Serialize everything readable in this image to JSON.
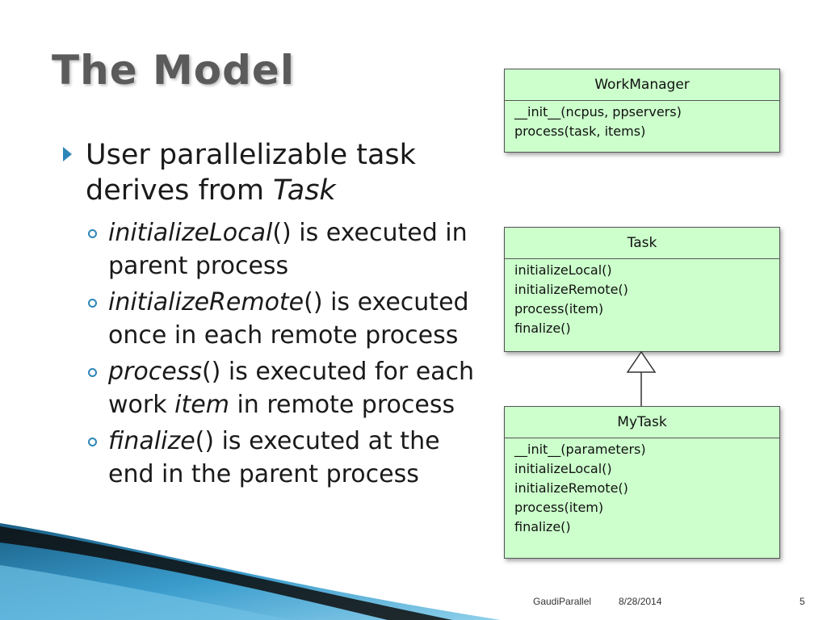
{
  "title": "The Model",
  "bullet": {
    "text_before": "User parallelizable task derives from ",
    "text_italic": "Task"
  },
  "sub_bullets": [
    {
      "italic": "initializeLocal",
      "rest": "() is executed in parent process"
    },
    {
      "italic": "initializeRemote",
      "rest": "() is executed once in each remote process"
    },
    {
      "italic": "process",
      "rest": "() is executed for each work ",
      "italic2": "item",
      "rest2": " in remote process"
    },
    {
      "italic": "finalize",
      "rest": "() is executed at the end in the parent process"
    }
  ],
  "diagram": {
    "classes": [
      {
        "name": "WorkManager",
        "operations": [
          "__init__(ncpus, ppservers)",
          "process(task, items)"
        ]
      },
      {
        "name": "Task",
        "operations": [
          "initializeLocal()",
          "initializeRemote()",
          "process(item)",
          "finalize()"
        ]
      },
      {
        "name": "MyTask",
        "operations": [
          "__init__(parameters)",
          "initializeLocal()",
          "initializeRemote()",
          "process(item)",
          "finalize()"
        ]
      }
    ]
  },
  "footer": {
    "name": "GaudiParallel",
    "date": "8/28/2014",
    "page": "5"
  },
  "colors": {
    "class_fill": "#ccffcc",
    "bullet_accent": "#2e86b8",
    "title": "#5b5b5b"
  }
}
